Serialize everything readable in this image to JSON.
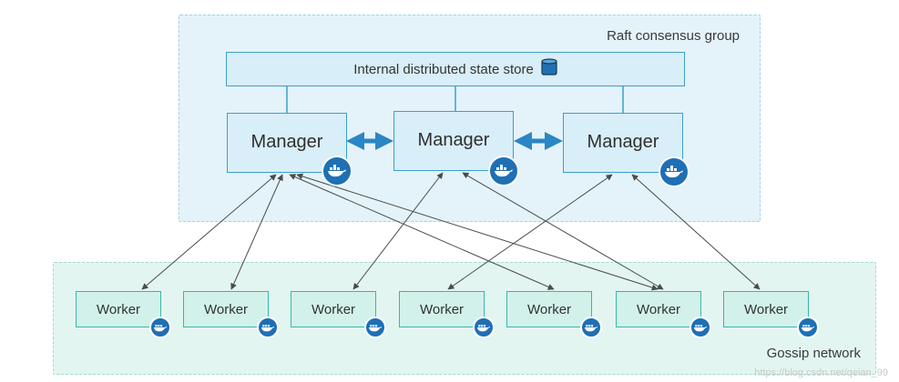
{
  "raft_group": {
    "label": "Raft consensus group"
  },
  "gossip_group": {
    "label": "Gossip network"
  },
  "store": {
    "label": "Internal distributed state store",
    "icon": "database-icon"
  },
  "managers": [
    {
      "label": "Manager",
      "icon": "docker-whale-icon"
    },
    {
      "label": "Manager",
      "icon": "docker-whale-icon"
    },
    {
      "label": "Manager",
      "icon": "docker-whale-icon"
    }
  ],
  "workers": [
    {
      "label": "Worker",
      "icon": "docker-whale-icon"
    },
    {
      "label": "Worker",
      "icon": "docker-whale-icon"
    },
    {
      "label": "Worker",
      "icon": "docker-whale-icon"
    },
    {
      "label": "Worker",
      "icon": "docker-whale-icon"
    },
    {
      "label": "Worker",
      "icon": "docker-whale-icon"
    },
    {
      "label": "Worker",
      "icon": "docker-whale-icon"
    },
    {
      "label": "Worker",
      "icon": "docker-whale-icon"
    }
  ],
  "watermark": "https://blog.csdn.net/qeian_99",
  "colors": {
    "manager_fill": "#d8eef8",
    "manager_border": "#3d9fc7",
    "worker_fill": "#d2f1ea",
    "worker_border": "#37b8a6",
    "docker_blue": "#1f6fb5",
    "raft_bg": "#e4f3fa",
    "gossip_bg": "#e3f5f1"
  }
}
